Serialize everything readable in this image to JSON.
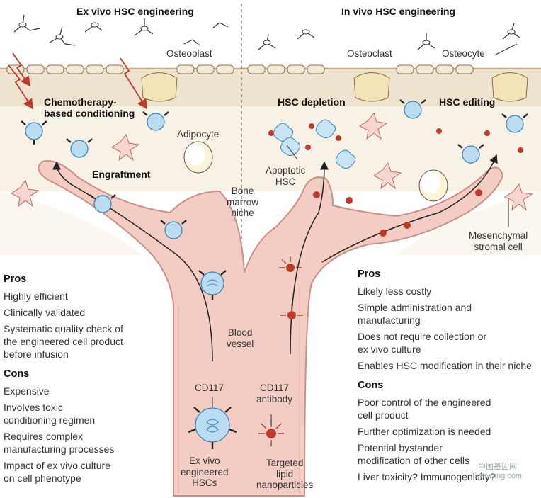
{
  "titles": {
    "left": "Ex vivo HSC engineering",
    "right": "In vivo HSC engineering"
  },
  "labels": {
    "osteoblast": "Osteoblast",
    "osteoclast": "Osteoclast",
    "osteocyte": "Osteocyte",
    "chemo": "Chemotherapy-\nbased conditioning",
    "adipocyte": "Adipocyte",
    "engraftment": "Engraftment",
    "hsc_depletion": "HSC depletion",
    "hsc_editing": "HSC editing",
    "apoptotic": "Apoptotic\nHSC",
    "bone_marrow": "Bone\nmarrow\nniche",
    "mesenchymal": "Mesenchymal\nstromal cell",
    "blood_vessel": "Blood\nvessel",
    "cd117": "CD117",
    "cd117_antibody": "CD117\nantibody",
    "ex_vivo_hscs": "Ex vivo\nengineered\nHSCs",
    "lnp": "Targeted\nlipid\nnanoparticles"
  },
  "left_list": {
    "pros_title": "Pros",
    "pros": [
      "Highly efficient",
      "Clinically validated",
      "Systematic quality check of\nthe engineered cell product\nbefore infusion"
    ],
    "cons_title": "Cons",
    "cons": [
      "Expensive",
      "Involves toxic\nconditioning regimen",
      "Requires complex\nmanufacturing processes",
      "Impact of ex vivo culture\non cell phenotype"
    ]
  },
  "right_list": {
    "pros_title": "Pros",
    "pros": [
      "Likely less costly",
      "Simple administration and\nmanufacturing",
      "Does not require collection or\nex vivo culture",
      "Enables HSC modification in their niche"
    ],
    "cons_title": "Cons",
    "cons": [
      "Poor control of the engineered\ncell product",
      "Further optimization is needed",
      "Potential bystander\nmodification of other cells",
      "Liver toxicity? Immunogenicity?"
    ]
  },
  "watermark": "中国基因网\njiyinwang.com",
  "colors": {
    "vessel": "#f3cdc4",
    "vessel_edge": "#c98f86",
    "bone": "#ede3cf",
    "hsc": "#b9dcf0",
    "hsc_edge": "#3a7fb4",
    "lnp": "#c0392b",
    "arrow": "#c0392b"
  }
}
